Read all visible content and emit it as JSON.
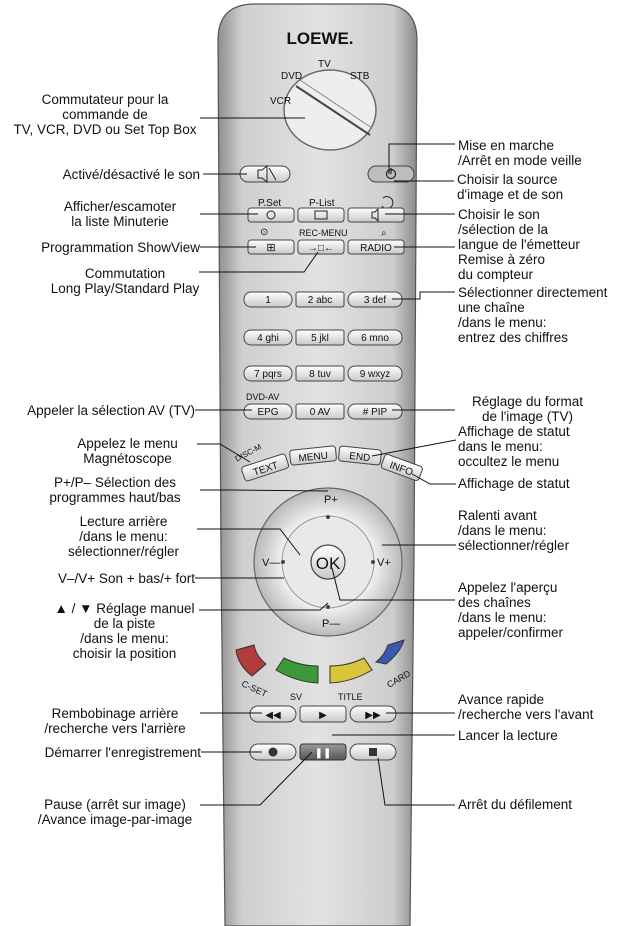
{
  "brand": "LOEWE.",
  "selector": {
    "dvd": "DVD",
    "tv": "TV",
    "stb": "STB",
    "vcr": "VCR"
  },
  "buttons": {
    "pset": "P.Set",
    "plist": "P-List",
    "rec_menu": "REC-MENU",
    "radio": "RADIO",
    "keys": [
      "1",
      "2 abc",
      "3 def",
      "4 ghi",
      "5 jkl",
      "6 mno",
      "7 pqrs",
      "8 tuv",
      "9 wxyz"
    ],
    "dvd_av": "DVD-AV",
    "epg": "EPG",
    "av": "0 AV",
    "pip": "# PIP",
    "disc_m": "DISC-M",
    "text": "TEXT",
    "menu": "MENU",
    "end": "END",
    "info": "INFO",
    "p_plus": "P+",
    "p_minus": "P—",
    "v_minus": "V—",
    "v_plus": "V+",
    "ok": "OK",
    "c_set": "C-SET",
    "sv": "SV",
    "title": "TITLE",
    "card": "CARD"
  },
  "labels_left": {
    "l1": [
      "Commutateur pour la",
      "commande de",
      "TV, VCR, DVD ou Set Top Box"
    ],
    "l2": [
      "Activé/désactivé le son"
    ],
    "l3": [
      "Afficher/escamoter",
      "la liste Minuterie"
    ],
    "l4": [
      "Programmation ShowView"
    ],
    "l5": [
      "Commutation",
      "Long Play/Standard Play"
    ],
    "l6": [
      "Appeler la sélection AV (TV)"
    ],
    "l7": [
      "Appelez le menu",
      "Magnétoscope"
    ],
    "l8": [
      "P+/P– Sélection des",
      "programmes haut/bas"
    ],
    "l9": [
      "Lecture arrière",
      "/dans le menu:",
      "sélectionner/régler"
    ],
    "l10": [
      "V–/V+ Son + bas/+ fort"
    ],
    "l11": [
      "▲ / ▼ Réglage manuel",
      "de la piste",
      "/dans le menu:",
      "choisir la position"
    ],
    "l12": [
      "Rembobinage arrière",
      "/recherche vers l'arrière"
    ],
    "l13": [
      "Démarrer l'enregistrement"
    ],
    "l14": [
      "Pause (arrêt sur image)",
      "/Avance image-par-image"
    ]
  },
  "labels_right": {
    "r1": [
      "Mise en marche",
      "/Arrêt en mode veille"
    ],
    "r2": [
      "Choisir la source",
      "d'image et de son"
    ],
    "r3": [
      "Choisir le son",
      "/sélection de la",
      "langue de l'émetteur"
    ],
    "r4": [
      "Remise à zéro",
      "du compteur"
    ],
    "r5": [
      "Sélectionner directement",
      "une chaîne",
      "/dans le menu:",
      "entrez des chiffres"
    ],
    "r6": [
      "Réglage du format",
      "de l'image (TV)"
    ],
    "r7": [
      "Affichage de statut",
      "dans le menu:",
      "occultez le menu"
    ],
    "r8": [
      "Affichage de statut"
    ],
    "r9": [
      "Ralenti avant",
      "/dans le menu:",
      "sélectionner/régler"
    ],
    "r10": [
      "Appelez l'aperçu",
      "des chaînes",
      "/dans le menu:",
      "appeler/confirmer"
    ],
    "r11": [
      "Avance rapide",
      "/recherche vers l'avant"
    ],
    "r12": [
      "Lancer la lecture"
    ],
    "r13": [
      "Arrêt du défilement"
    ]
  }
}
